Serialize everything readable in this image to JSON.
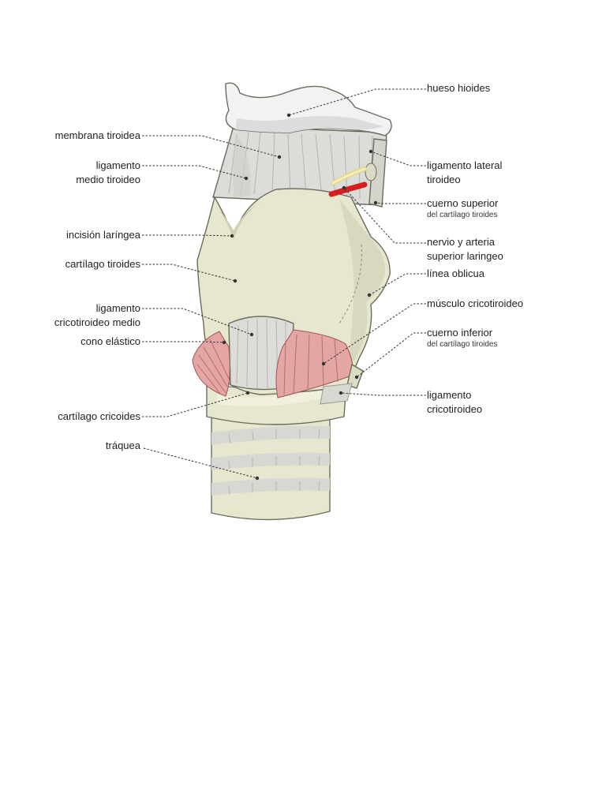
{
  "colors": {
    "bone": "#f0f0f0",
    "cartilage": "#e7e7cf",
    "cartilage_shadow": "#d2d2b6",
    "membrane": "#dcdcd8",
    "muscle": "#e3a6a4",
    "artery": "#d42020",
    "nerve": "#efe6a0",
    "leader_line": "#333333"
  },
  "labels": {
    "hueso_hioides": "hueso hioides",
    "membrana_tiroidea": "membrana tiroidea",
    "ligamento_medio_1": "ligamento",
    "ligamento_medio_2": "medio tiroideo",
    "incision_laringea": "incisión laríngea",
    "cartilago_tiroides": "cartílago tiroides",
    "ligamento_crico_medio_1": "ligamento",
    "ligamento_crico_medio_2": "cricotiroideo medio",
    "cono_elastico": "cono elástico",
    "cartilago_cricoides": "cartílago cricoides",
    "traquea": "tráquea",
    "ligamento_lateral_1": "ligamento lateral",
    "ligamento_lateral_2": "tiroideo",
    "cuerno_superior": "cuerno superior",
    "cuerno_superior_sub": "del cartílago tiroides",
    "nervio_arteria_1": "nervio y arteria",
    "nervio_arteria_2": "superior laringeo",
    "linea_oblicua": "línea oblicua",
    "musculo_cricotiroideo": "músculo cricotiroideo",
    "cuerno_inferior": "cuerno inferior",
    "cuerno_inferior_sub": "del cartílago tiroides",
    "ligamento_cricotiroideo_1": "ligamento",
    "ligamento_cricotiroideo_2": "cricotiroideo"
  }
}
